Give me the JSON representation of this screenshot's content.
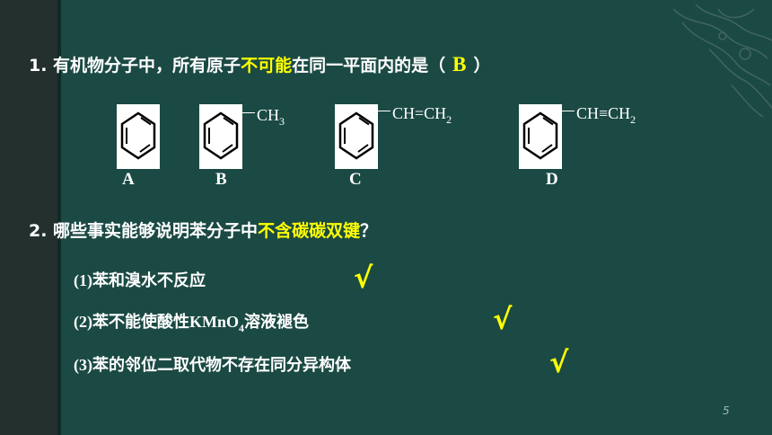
{
  "q1": {
    "before": "1. 有机物分子中，所有原子",
    "highlight": "不可能",
    "after": "在同一平面内的是（",
    "answer": "B",
    "close": "）"
  },
  "molecules": [
    {
      "letter": "A",
      "substituent": ""
    },
    {
      "letter": "B",
      "substituent": "CH",
      "sub_index": "3"
    },
    {
      "letter": "C",
      "substituent": "CH=CH",
      "sub_index": "2"
    },
    {
      "letter": "D",
      "substituent": "CH≡CH",
      "sub_index": "2"
    }
  ],
  "q2": {
    "before": "2. 哪些事实能够说明苯分子中",
    "highlight": "不含碳碳双键",
    "after": "？"
  },
  "items": [
    {
      "num": "(1)",
      "text": "苯和溴水不反应"
    },
    {
      "num": "(2)",
      "text_before": "苯不能使酸性",
      "formula": "KMnO",
      "formula_sub": "4",
      "text_after": "溶液褪色"
    },
    {
      "num": "(3)",
      "text": "苯的邻位二取代物不存在同分异构体"
    }
  ],
  "check_mark": "√",
  "page_number": "5",
  "colors": {
    "background": "#1b4a44",
    "left_bar": "#24302e",
    "highlight": "#ffff00"
  }
}
